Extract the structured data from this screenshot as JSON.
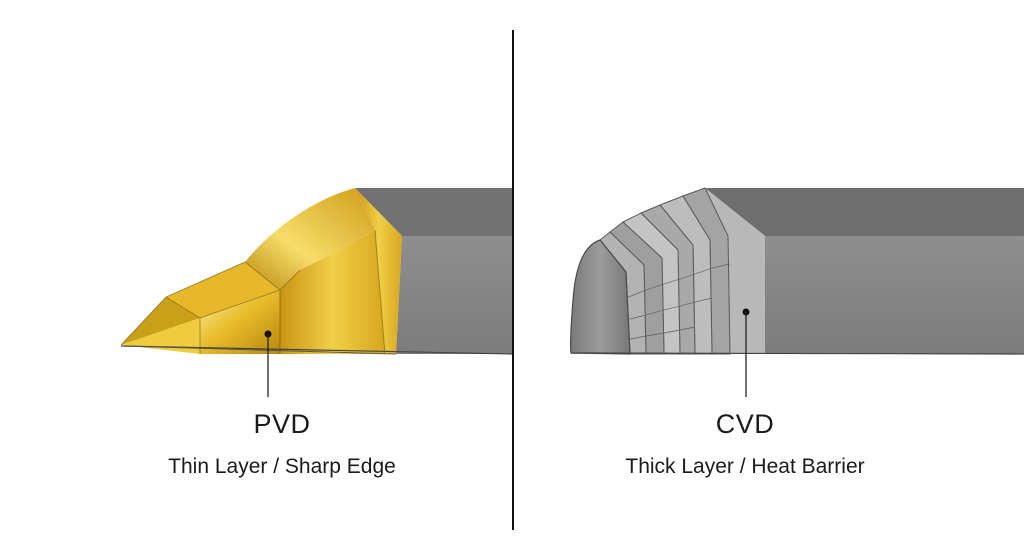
{
  "panels": {
    "pvd": {
      "title": "PVD",
      "subtitle": "Thin Layer / Sharp Edge",
      "coating_color": "#d9a91c"
    },
    "cvd": {
      "title": "CVD",
      "subtitle": "Thick Layer / Heat Barrier",
      "coating_color": "#9a9a9a"
    }
  },
  "colors": {
    "tool_body": "#8a8a8a",
    "tool_top": "#6f6f6f",
    "divider": "#111111"
  }
}
